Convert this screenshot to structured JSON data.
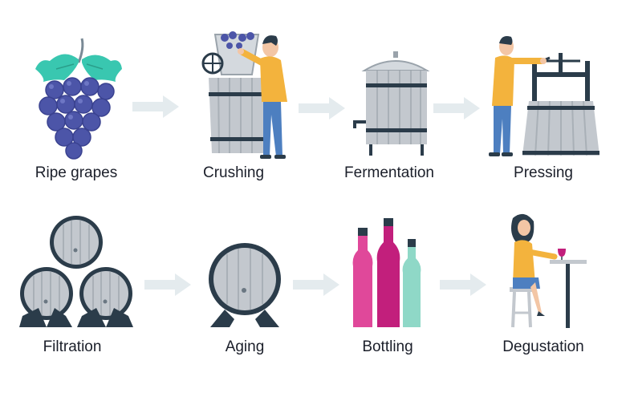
{
  "steps": [
    {
      "label": "Ripe grapes",
      "icon": "grapes-icon"
    },
    {
      "label": "Crushing",
      "icon": "crushing-icon"
    },
    {
      "label": "Fermentation",
      "icon": "fermentation-tank-icon"
    },
    {
      "label": "Pressing",
      "icon": "wine-press-icon"
    },
    {
      "label": "Filtration",
      "icon": "barrels-stack-icon"
    },
    {
      "label": "Aging",
      "icon": "barrel-icon"
    },
    {
      "label": "Bottling",
      "icon": "bottles-icon"
    },
    {
      "label": "Degustation",
      "icon": "tasting-icon"
    }
  ],
  "colors": {
    "arrow": "#e4ebee",
    "steel": "#c3c8ce",
    "band": "#2b3c4a",
    "grape": "#4c55a8",
    "leaf": "#39c7b0",
    "shirt": "#f3b33d",
    "jeans": "#4d7fc0",
    "bottle_pink": "#e0489a",
    "bottle_magenta": "#c21f7c",
    "bottle_mint": "#8fd8c7"
  }
}
